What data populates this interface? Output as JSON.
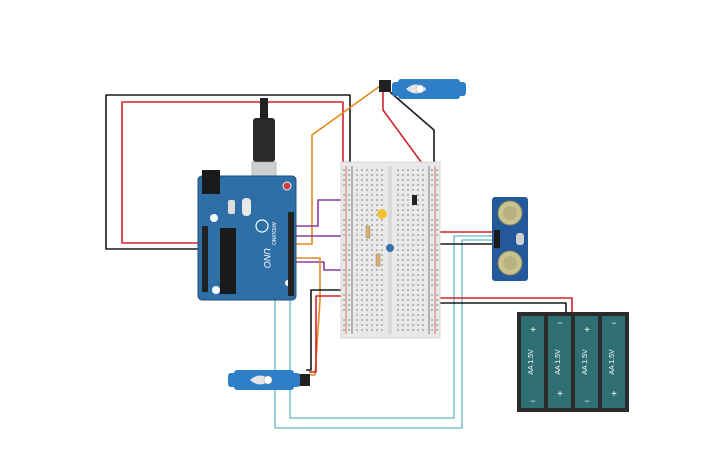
{
  "arduino": {
    "brand": "ARDUINO",
    "model": "UNO",
    "board_color": "#2f6fa7",
    "usb_cable_color": "#222222"
  },
  "battery_pack": {
    "cell_label": "AA 1.5V",
    "plus_symbol": "+",
    "minus_symbol": "−",
    "cell_color": "#2f6f73",
    "case_color": "#2b2b2b"
  },
  "ultrasonic_sensor": {
    "board_color": "#23599a",
    "transducer_color": "#c9c48f"
  },
  "servo": {
    "body_color": "#2f7fc8",
    "horn_color": "#e6e6e6"
  },
  "breadboard": {
    "body_color": "#e9e9e9"
  },
  "wire_colors": {
    "red": "#d0242b",
    "black": "#1a1a1a",
    "orange": "#e08a1a",
    "purple": "#8a3aa0",
    "light_blue": "#7fc3cf",
    "green": "#3c8a3c"
  }
}
